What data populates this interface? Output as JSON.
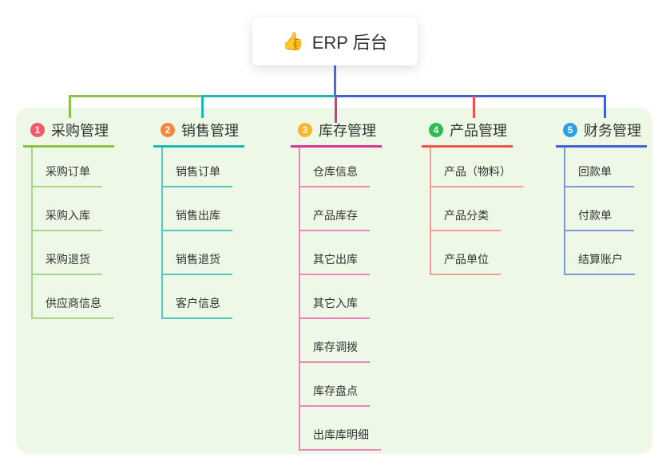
{
  "root": {
    "icon": "👍",
    "label": "ERP 后台"
  },
  "colors": {
    "panel_bg": "#edf8e6",
    "root_line": "#5c6bc0",
    "text": "#333333"
  },
  "branches": [
    {
      "num": "1",
      "label": "采购管理",
      "badge_color": "#f25b69",
      "line_color": "#8bc34a",
      "light_color": "#a9d684",
      "items": [
        "采购订单",
        "采购入库",
        "采购退货",
        "供应商信息"
      ]
    },
    {
      "num": "2",
      "label": "销售管理",
      "badge_color": "#f9873f",
      "line_color": "#1db9b2",
      "light_color": "#56c7c0",
      "items": [
        "销售订单",
        "销售出库",
        "销售退货",
        "客户信息"
      ]
    },
    {
      "num": "3",
      "label": "库存管理",
      "badge_color": "#f8b62c",
      "line_color": "#d9368f",
      "light_color": "#ec86bd",
      "items": [
        "仓库信息",
        "产品库存",
        "其它出库",
        "其它入库",
        "库存调拨",
        "库存盘点",
        "出库库明细"
      ]
    },
    {
      "num": "4",
      "label": "产品管理",
      "badge_color": "#2dbd56",
      "line_color": "#ef504c",
      "light_color": "#f59d95",
      "items": [
        "产品（物料）",
        "产品分类",
        "产品单位"
      ]
    },
    {
      "num": "5",
      "label": "财务管理",
      "badge_color": "#2e9fe6",
      "line_color": "#4161cf",
      "light_color": "#7d97dc",
      "items": [
        "回款单",
        "付款单",
        "结算账户"
      ]
    }
  ]
}
